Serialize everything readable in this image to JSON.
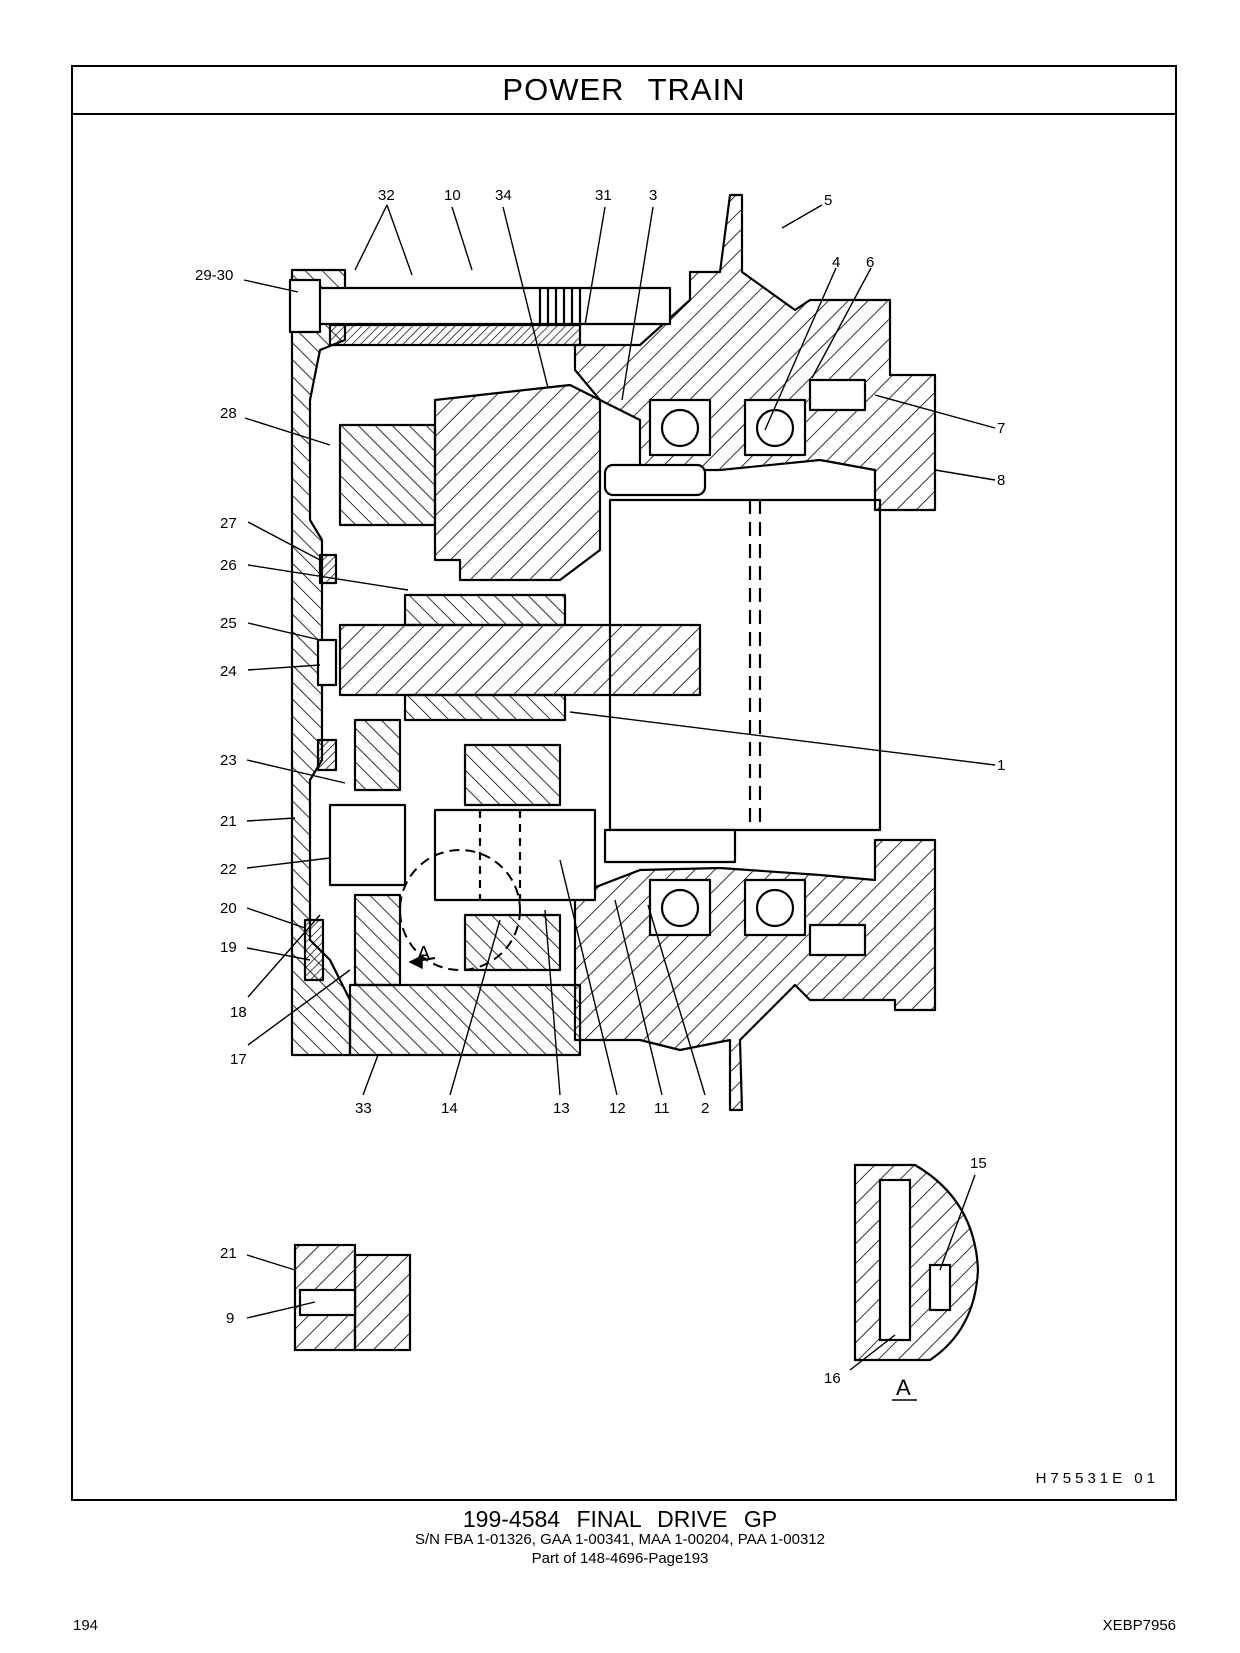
{
  "header": {
    "title": "POWER TRAIN"
  },
  "figure": {
    "ref_code": "H75531E   01",
    "callouts": [
      {
        "id": "32",
        "label": "32"
      },
      {
        "id": "10",
        "label": "10"
      },
      {
        "id": "34",
        "label": "34"
      },
      {
        "id": "31",
        "label": "31"
      },
      {
        "id": "3",
        "label": "3"
      },
      {
        "id": "5",
        "label": "5"
      },
      {
        "id": "4",
        "label": "4"
      },
      {
        "id": "6",
        "label": "6"
      },
      {
        "id": "29-30",
        "label": "29-30"
      },
      {
        "id": "7",
        "label": "7"
      },
      {
        "id": "8",
        "label": "8"
      },
      {
        "id": "28",
        "label": "28"
      },
      {
        "id": "27",
        "label": "27"
      },
      {
        "id": "26",
        "label": "26"
      },
      {
        "id": "25",
        "label": "25"
      },
      {
        "id": "24",
        "label": "24"
      },
      {
        "id": "1",
        "label": "1"
      },
      {
        "id": "23",
        "label": "23"
      },
      {
        "id": "21",
        "label": "21"
      },
      {
        "id": "22",
        "label": "22"
      },
      {
        "id": "20",
        "label": "20"
      },
      {
        "id": "19",
        "label": "19"
      },
      {
        "id": "18",
        "label": "18"
      },
      {
        "id": "17",
        "label": "17"
      },
      {
        "id": "33",
        "label": "33"
      },
      {
        "id": "14",
        "label": "14"
      },
      {
        "id": "13",
        "label": "13"
      },
      {
        "id": "12",
        "label": "12"
      },
      {
        "id": "11",
        "label": "11"
      },
      {
        "id": "2",
        "label": "2"
      },
      {
        "id": "15",
        "label": "15"
      },
      {
        "id": "21b",
        "label": "21"
      },
      {
        "id": "9",
        "label": "9"
      },
      {
        "id": "16",
        "label": "16"
      }
    ],
    "detail_marker": "A",
    "detail_label": "A"
  },
  "caption": {
    "title": "199-4584   FINAL  DRIVE  GP",
    "serials": "S/N FBA 1-01326, GAA 1-00341, MAA 1-00204, PAA 1-00312",
    "part_of": "Part of 148-4696-Page193"
  },
  "footer": {
    "page_number": "194",
    "doc_code": "XEBP7956"
  }
}
